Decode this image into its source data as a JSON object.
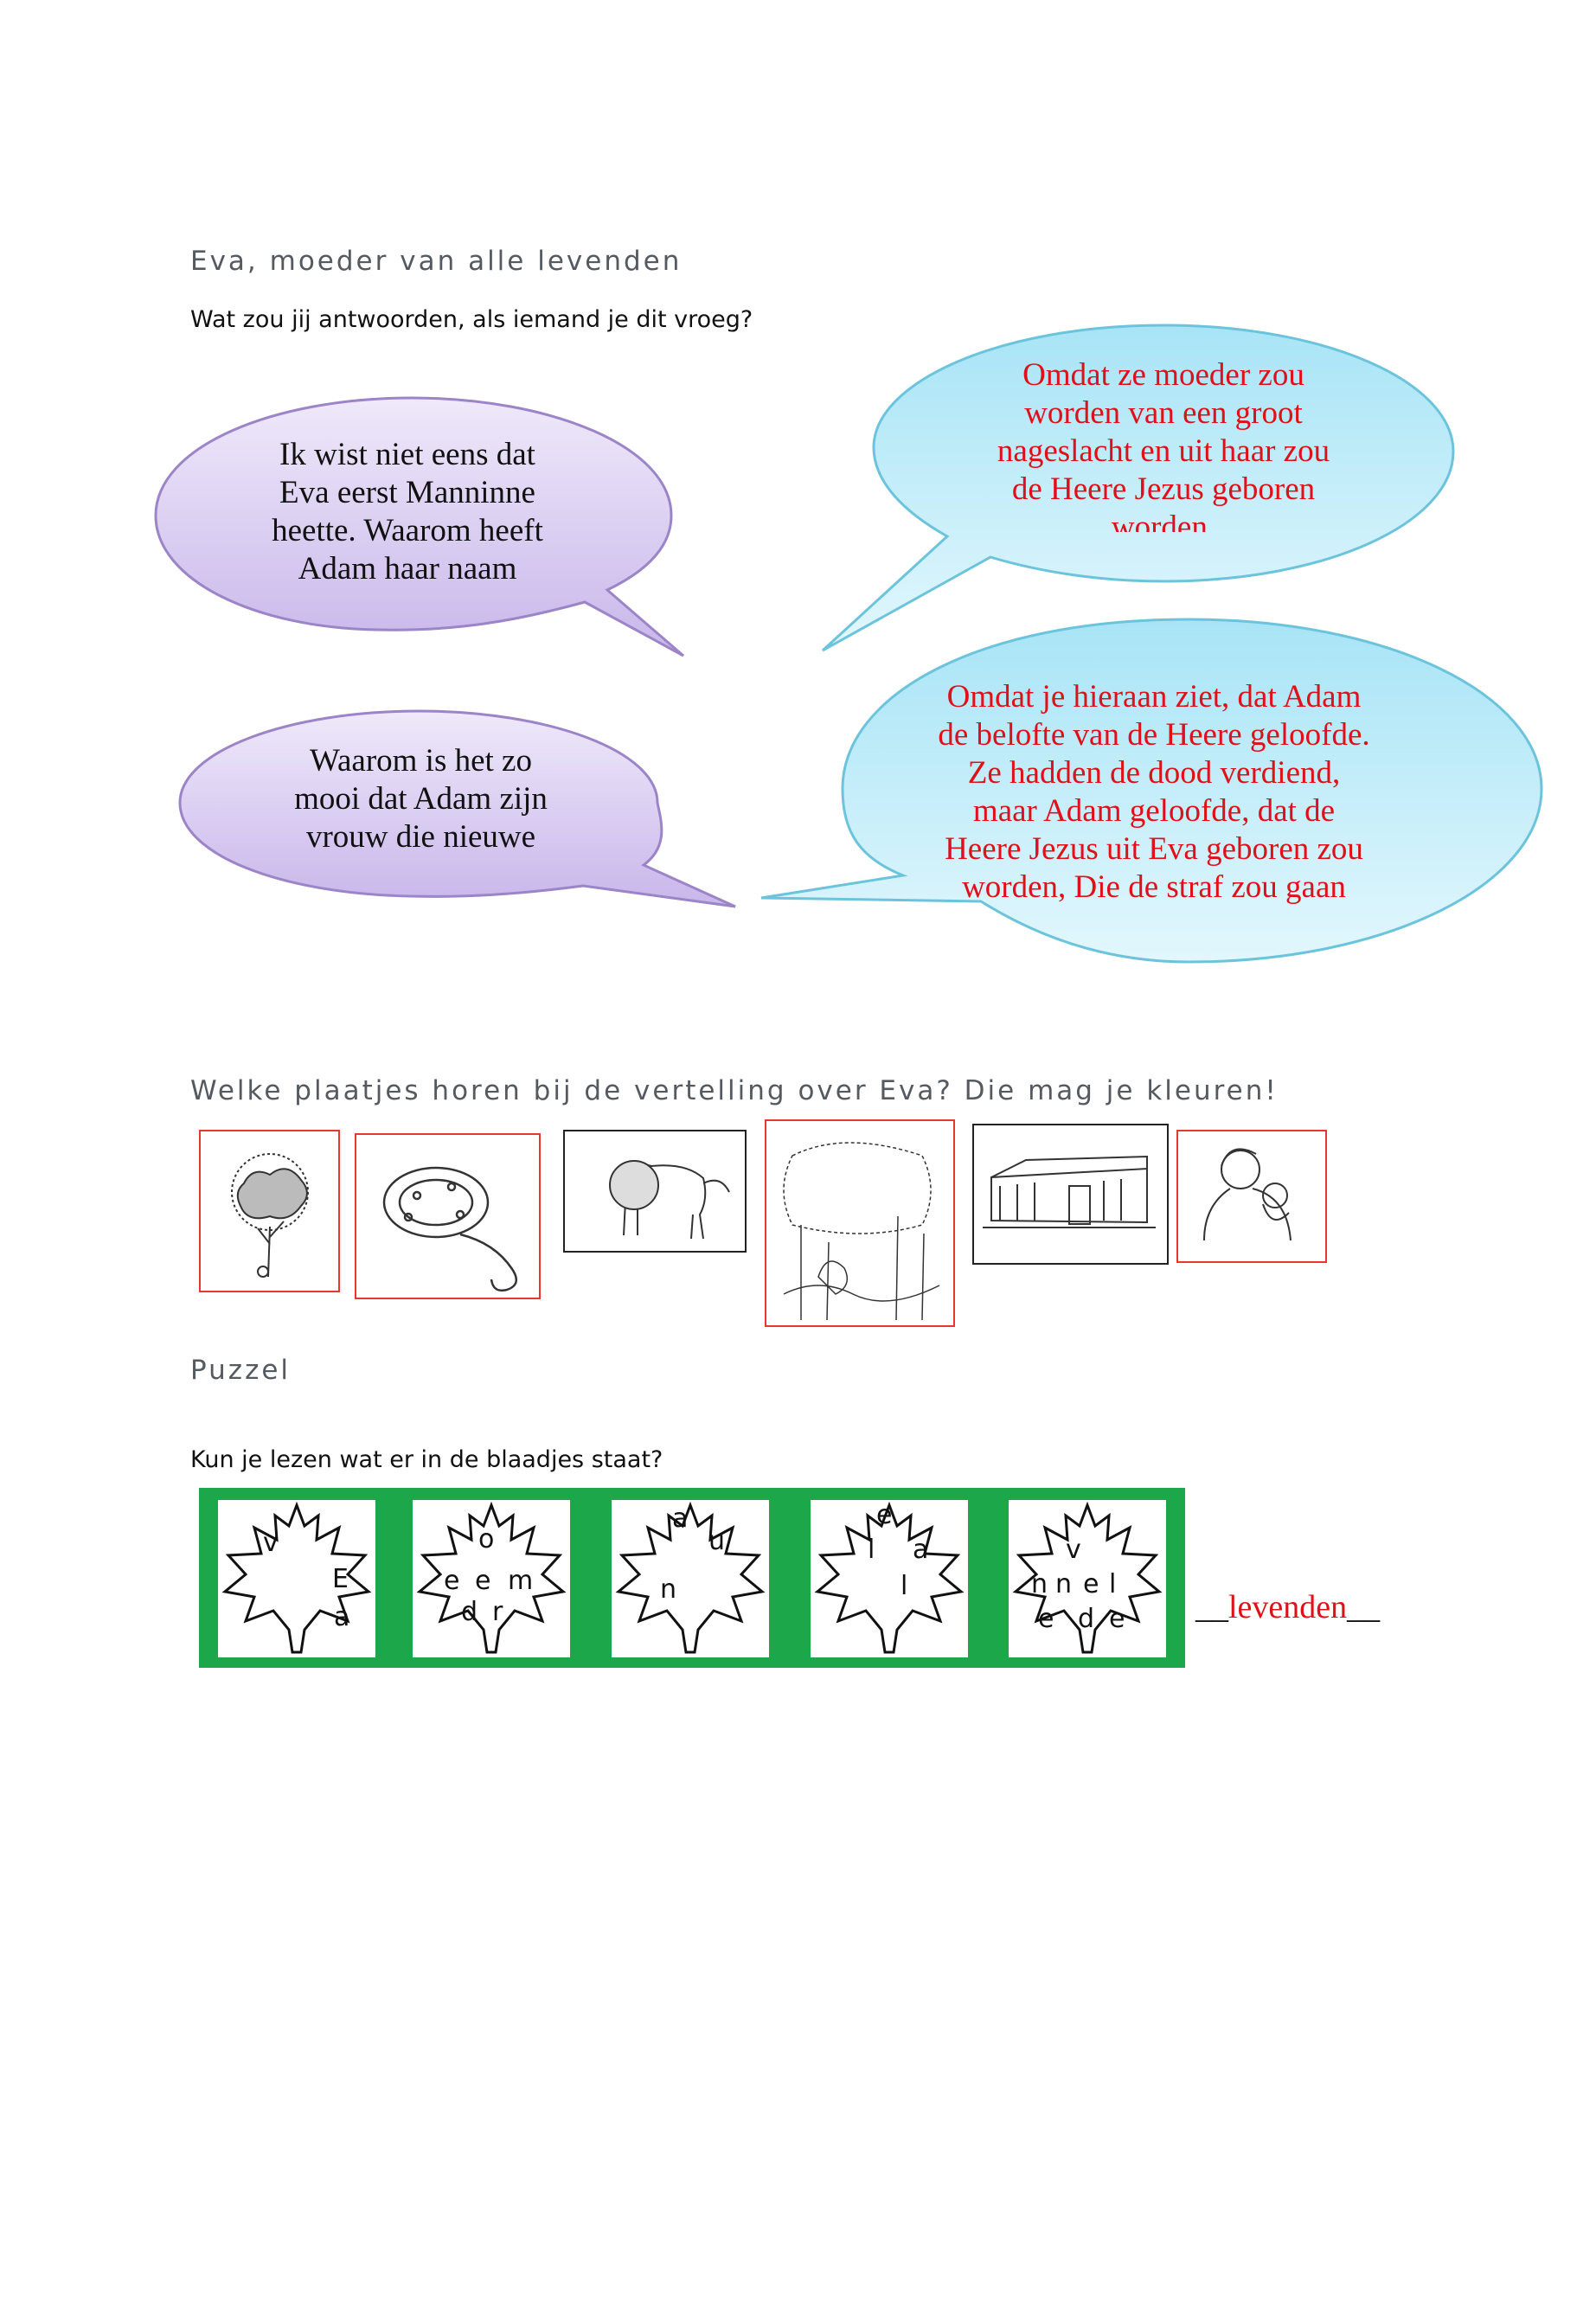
{
  "title": "Eva, moeder van alle levenden",
  "intro_question": "Wat zou jij antwoorden, als iemand je dit vroeg?",
  "bubbles": {
    "q1": [
      "Ik wist niet eens dat",
      "Eva eerst Manninne",
      "heette. Waarom heeft",
      "Adam haar naam"
    ],
    "a1": [
      "Omdat ze moeder zou",
      "worden van een groot",
      "nageslacht en uit haar zou",
      "de Heere Jezus geboren",
      "worden."
    ],
    "q2": [
      "Waarom is het zo",
      "mooi dat Adam zijn",
      "vrouw die nieuwe"
    ],
    "a2": [
      "Omdat je hieraan ziet, dat Adam",
      "de belofte van de Heere geloofde.",
      "Ze hadden de dood verdiend,",
      "maar Adam geloofde, dat de",
      "Heere Jezus uit Eva geboren zou",
      "worden, Die de straf zou gaan"
    ]
  },
  "colors": {
    "question_fill": "#d4c6ee",
    "question_border": "#9c84c8",
    "answer_fill": "#c3ecf8",
    "answer_border": "#6cc4dc",
    "answer_text": "#e0101a",
    "puzzle_green": "#1ca84a",
    "selected_border": "#e8372f"
  },
  "pictures_heading": "Welke plaatjes horen bij de vertelling over Eva? Die mag je kleuren!",
  "pictures": [
    {
      "icon": "tree-icon",
      "selected": true
    },
    {
      "icon": "snake-icon",
      "selected": true
    },
    {
      "icon": "lion-icon",
      "selected": false
    },
    {
      "icon": "garden-icon",
      "selected": true
    },
    {
      "icon": "temple-icon",
      "selected": false
    },
    {
      "icon": "mother-child-icon",
      "selected": true
    }
  ],
  "puzzle": {
    "heading": "Puzzel",
    "question": "Kun je lezen wat er in de blaadjes staat?",
    "leaves": [
      [
        "v",
        "E",
        "a"
      ],
      [
        "o",
        "e",
        "e",
        "m",
        "d",
        "r"
      ],
      [
        "a",
        "u",
        "n"
      ],
      [
        "e",
        "l",
        "a",
        "l"
      ],
      [
        "v",
        "n",
        "n",
        "e",
        "l",
        "e",
        "d",
        "e"
      ]
    ],
    "answer_prefix": "__",
    "answer_word": "levenden",
    "answer_suffix": "__"
  }
}
